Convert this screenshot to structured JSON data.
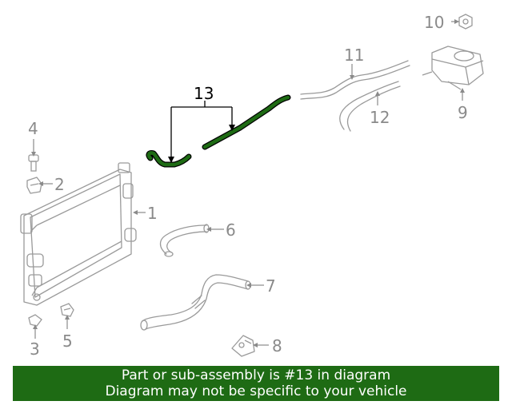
{
  "highlight_color": "#1e6b14",
  "callouts": [
    "1",
    "2",
    "3",
    "4",
    "5",
    "6",
    "7",
    "8",
    "9",
    "10",
    "11",
    "12",
    "13"
  ],
  "banner": {
    "line1": "Part or sub-assembly is #13 in diagram",
    "line2": "Diagram may not be specific to your vehicle"
  }
}
